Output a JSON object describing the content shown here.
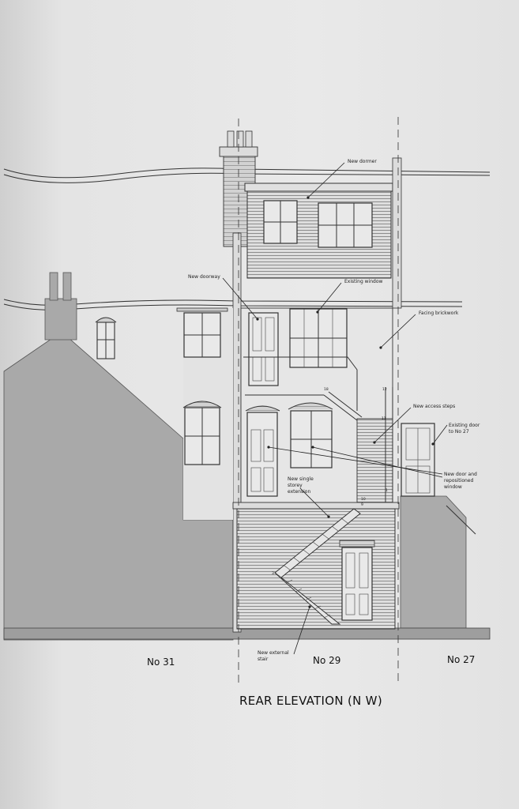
{
  "drawing": {
    "title": "REAR ELEVATION (N W)",
    "lots": {
      "left": "No 31",
      "center": "No 29",
      "right": "No 27"
    }
  },
  "annotations": {
    "new_dormer": "New dormer",
    "existing_window": "Existing window",
    "new_doorway": "New doorway",
    "facing_brickwork": "Facing brickwork",
    "new_access_steps": "New access steps",
    "existing_door_l1": "Existing door",
    "existing_door_l2": "to No 27",
    "new_door_l1": "New door and",
    "new_door_l2": "repositioned",
    "new_door_l3": "window",
    "new_single_l1": "New single",
    "new_single_l2": "storey",
    "new_single_l3": "extension",
    "new_external_l1": "New external",
    "new_external_l2": "stair"
  },
  "stair_ticks": [
    "18",
    "12",
    "11",
    "1",
    "10",
    "9",
    "3"
  ],
  "colors": {
    "paper": "#e6e6e6",
    "neighbour_fill": "#a9a9a9",
    "line": "#333333"
  }
}
